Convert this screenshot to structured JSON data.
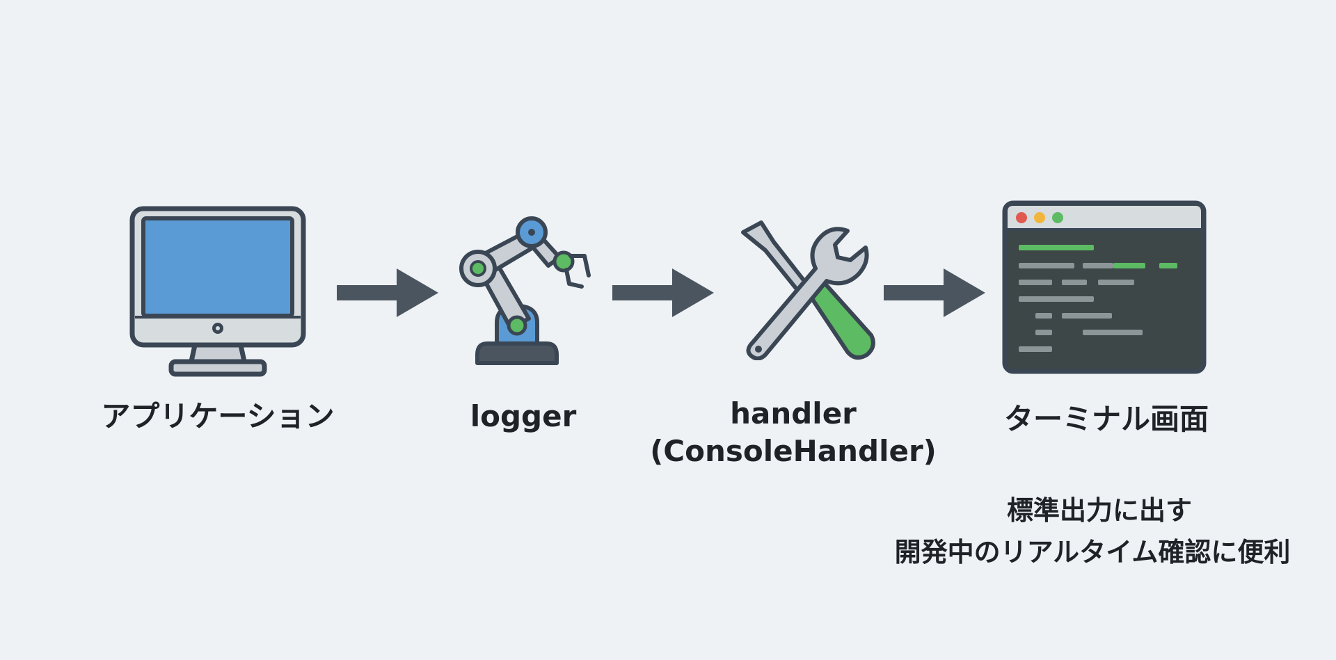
{
  "nodes": {
    "application": {
      "label": "アプリケーション",
      "icon": "computer-monitor-icon"
    },
    "logger": {
      "label": "logger",
      "icon": "robot-arm-icon"
    },
    "handler": {
      "label_line1": "handler",
      "label_line2": "(ConsoleHandler)",
      "icon": "screwdriver-wrench-icon"
    },
    "terminal": {
      "label": "ターミナル画面",
      "icon": "terminal-window-icon"
    }
  },
  "note": {
    "line1": "標準出力に出す",
    "line2": "開発中のリアルタイム確認に便利"
  },
  "colors": {
    "background": "#eef2f5",
    "outline": "#3a4654",
    "screen_blue": "#5b9bd5",
    "accent_green": "#5dbb63",
    "arrow": "#4b5560",
    "terminal_dark": "#3d4748",
    "light_gray": "#c9cfd4"
  }
}
